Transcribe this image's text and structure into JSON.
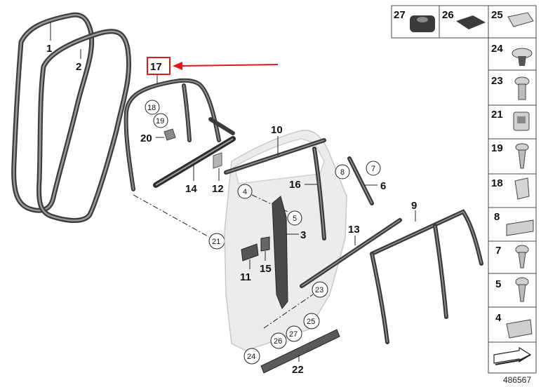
{
  "diagram": {
    "catalog_number": "486567",
    "highlighted_part": "17",
    "part_labels": {
      "p1": "1",
      "p2": "2",
      "p3": "3",
      "p6": "6",
      "p9": "9",
      "p10": "10",
      "p11": "11",
      "p12": "12",
      "p13": "13",
      "p14": "14",
      "p15": "15",
      "p16": "16",
      "p17": "17",
      "p20": "20",
      "p22": "22"
    },
    "callouts": {
      "c4": "4",
      "c5": "5",
      "c7": "7",
      "c8": "8",
      "c18": "18",
      "c19": "19",
      "c21": "21",
      "c23": "23",
      "c24": "24",
      "c25": "25",
      "c26": "26",
      "c27": "27"
    },
    "small_parts": [
      "27",
      "26",
      "25",
      "24",
      "23",
      "21",
      "19",
      "18",
      "8",
      "7",
      "5",
      "4"
    ],
    "colors": {
      "highlight": "#e01818",
      "seal": "#3c3c3c",
      "door": "#ececec"
    }
  }
}
